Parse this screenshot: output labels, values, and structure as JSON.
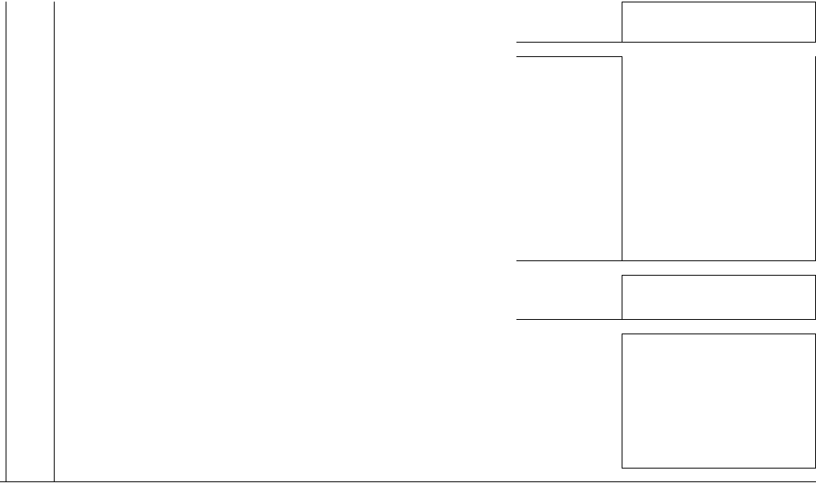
{
  "window": {
    "title": ""
  },
  "colors": {
    "background": "#ffffff",
    "border": "#000000"
  },
  "sidebar": {
    "label": ""
  },
  "main": {
    "label": ""
  },
  "right_column": {
    "rows": [
      {
        "name": "top-empty-panel",
        "text": ""
      },
      {
        "name": "middle-empty-panel",
        "text": ""
      },
      {
        "name": "lower-empty-panel",
        "text": ""
      },
      {
        "name": "bottom-empty-panel",
        "text": ""
      }
    ]
  }
}
